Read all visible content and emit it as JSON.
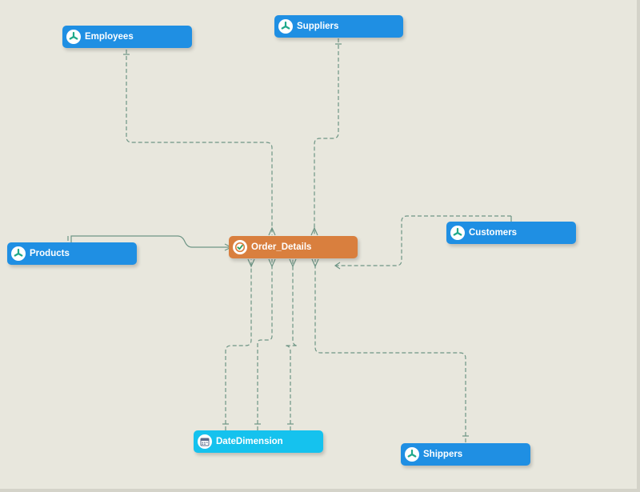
{
  "colors": {
    "background": "#e8e7dd",
    "dimension_node": "#1f8fe3",
    "fact_node": "#d97f3e",
    "date_node": "#15c2ee",
    "connector": "#6e9585"
  },
  "nodes": {
    "employees": {
      "label": "Employees",
      "icon": "dimension-icon"
    },
    "suppliers": {
      "label": "Suppliers",
      "icon": "dimension-icon"
    },
    "products": {
      "label": "Products",
      "icon": "dimension-icon"
    },
    "order_details": {
      "label": "Order_Details",
      "icon": "fact-check-icon"
    },
    "customers": {
      "label": "Customers",
      "icon": "dimension-icon"
    },
    "date_dimension": {
      "label": "DateDimension",
      "icon": "calendar-icon"
    },
    "shippers": {
      "label": "Shippers",
      "icon": "dimension-icon"
    }
  },
  "relationships": [
    {
      "from": "Employees",
      "to": "Order_Details",
      "style": "dashed"
    },
    {
      "from": "Suppliers",
      "to": "Order_Details",
      "style": "dashed"
    },
    {
      "from": "Products",
      "to": "Order_Details",
      "style": "solid"
    },
    {
      "from": "Customers",
      "to": "Order_Details",
      "style": "dashed"
    },
    {
      "from": "DateDimension",
      "to": "Order_Details",
      "style": "dashed"
    },
    {
      "from": "DateDimension",
      "to": "Order_Details",
      "style": "dashed"
    },
    {
      "from": "DateDimension",
      "to": "Order_Details",
      "style": "dashed"
    },
    {
      "from": "Shippers",
      "to": "Order_Details",
      "style": "dashed"
    }
  ]
}
